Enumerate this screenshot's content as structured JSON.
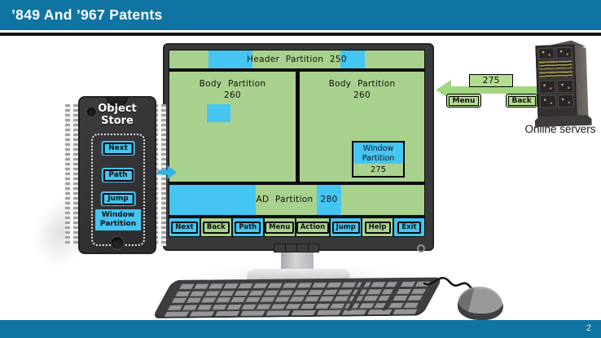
{
  "slide": {
    "title": "’849 And ’967 Patents",
    "page_number": "2"
  },
  "monitor": {
    "header_partition": {
      "label": "Header Partition 250"
    },
    "body_partition_left": {
      "line1": "Body Partition",
      "line2": "260"
    },
    "body_partition_right": {
      "line1": "Body Partition",
      "line2": "260"
    },
    "window_partition": {
      "line1": "Window",
      "line2": "Partition",
      "value": "275"
    },
    "ad_partition": {
      "label": "AD Partition",
      "value": "280"
    },
    "buttons": [
      {
        "label": "Next",
        "color": "blue"
      },
      {
        "label": "Back",
        "color": "green"
      },
      {
        "label": "Path",
        "color": "blue"
      },
      {
        "label": "Menu",
        "color": "green"
      },
      {
        "label": "Action",
        "color": "green"
      },
      {
        "label": "Jump",
        "color": "blue"
      },
      {
        "label": "Help",
        "color": "green"
      },
      {
        "label": "Exit",
        "color": "blue"
      }
    ]
  },
  "object_store": {
    "title_line1": "Object",
    "title_line2": "Store",
    "buttons": [
      {
        "label": "Next"
      },
      {
        "label": "Path"
      },
      {
        "label": "Jump"
      }
    ],
    "window_partition": {
      "line1": "Window",
      "line2": "Partition"
    }
  },
  "server": {
    "label": "Online servers",
    "transfer_value": "275",
    "menu_label": "Menu",
    "back_label": "Back"
  },
  "colors": {
    "accent_teal": "#0f74a1",
    "partition_green": "#a9d18e",
    "highlight_blue": "#44c5f2",
    "arrow_green": "#a3d681"
  }
}
